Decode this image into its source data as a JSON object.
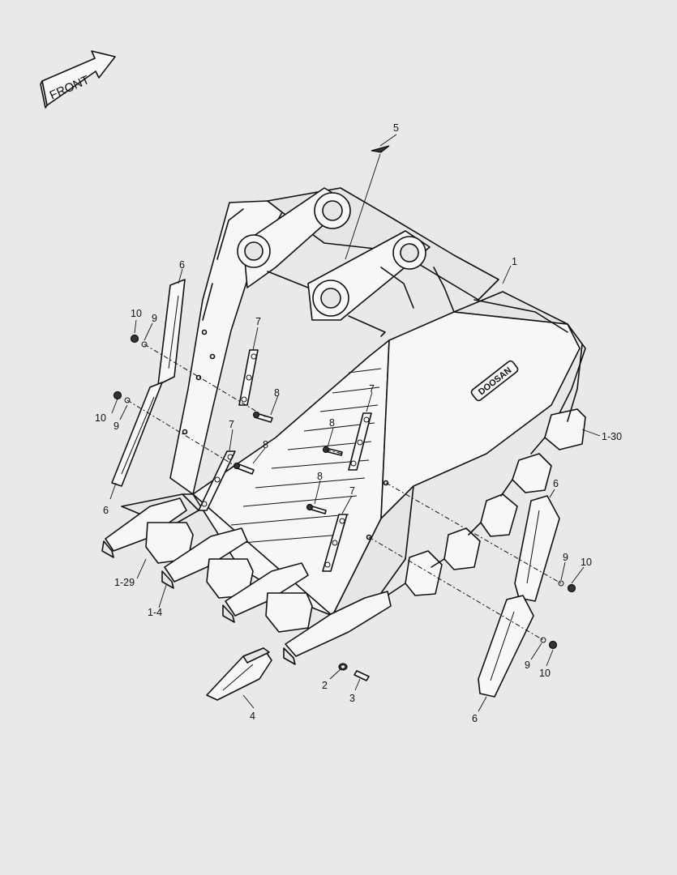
{
  "front_arrow": {
    "text": "FRONT"
  },
  "brand_text": "DOOSAN",
  "callouts": [
    {
      "id": "c5",
      "text": "5"
    },
    {
      "id": "c1",
      "text": "1"
    },
    {
      "id": "c6a",
      "text": "6"
    },
    {
      "id": "c10a",
      "text": "10"
    },
    {
      "id": "c9a",
      "text": "9"
    },
    {
      "id": "c7a",
      "text": "7"
    },
    {
      "id": "c8a",
      "text": "8"
    },
    {
      "id": "c10b",
      "text": "10"
    },
    {
      "id": "c9b",
      "text": "9"
    },
    {
      "id": "c7b",
      "text": "7"
    },
    {
      "id": "c8b",
      "text": "8"
    },
    {
      "id": "c7c",
      "text": "7"
    },
    {
      "id": "c8c",
      "text": "8"
    },
    {
      "id": "c6b",
      "text": "6"
    },
    {
      "id": "c8d",
      "text": "8"
    },
    {
      "id": "c7d",
      "text": "7"
    },
    {
      "id": "c130",
      "text": "1-30"
    },
    {
      "id": "c6c",
      "text": "6"
    },
    {
      "id": "c9c",
      "text": "9"
    },
    {
      "id": "c10c",
      "text": "10"
    },
    {
      "id": "c129",
      "text": "1-29"
    },
    {
      "id": "c14",
      "text": "1-4"
    },
    {
      "id": "c2",
      "text": "2"
    },
    {
      "id": "c3",
      "text": "3"
    },
    {
      "id": "c4",
      "text": "4"
    },
    {
      "id": "c9d",
      "text": "9"
    },
    {
      "id": "c10d",
      "text": "10"
    },
    {
      "id": "c6d",
      "text": "6"
    }
  ]
}
